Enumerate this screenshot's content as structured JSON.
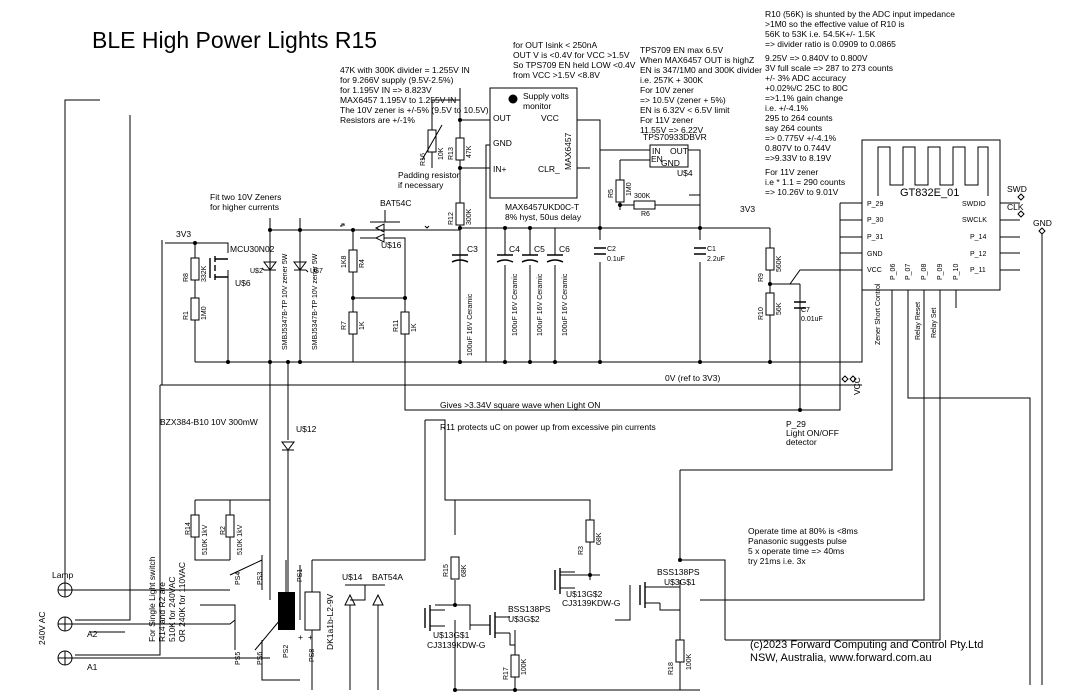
{
  "title": "BLE High Power Lights R15",
  "notes": {
    "divider": [
      "47K with 300K divider = 1.255V IN",
      "for 9.266V supply (9.5V-2.5%)",
      "for 1.195V IN => 8.823V",
      "MAX6457 1.195V to 1.255V IN",
      "The 10V zener is +/-5% (9.5V to 10.5V)",
      "Resistors are +/-1%"
    ],
    "out": [
      "for OUT Isink < 250nA",
      "OUT V is <0.4V for VCC >1.5V",
      "So TPS709 EN held LOW <0.4V",
      "from VCC >1.5V <8.8V"
    ],
    "tps": [
      "TPS709 EN max 6.5V",
      "When MAX6457 OUT is highZ",
      "EN is 347/1M0 and 300K divider",
      "i.e. 257K + 300K",
      "For 10V zener",
      "=> 10.5V (zener + 5%)",
      "EN is 6.32V < 6.5V limit",
      "For 11V zener",
      "11.55V => 6.22V"
    ],
    "adc": [
      "R10 (56K) is shunted by the ADC input impedance",
      ">1M0 so the effective value of R10 is",
      "56K to 53K i.e. 54.5K+/- 1.5K",
      "=> divider ratio is 0.0909 to 0.0865",
      "",
      "9.25V => 0.840V to 0.800V",
      "3V full scale => 287 to 273 counts",
      "+/- 3% ADC accuracy",
      "+0.02%/C 25C to 80C",
      "=>1.1% gain change",
      "i.e. +/-4.1%",
      "295 to 264 counts",
      "say 264 counts",
      "=> 0.775V +/-4.1%",
      "0.807V to 0.744V",
      "=>9.33V to 8.19V",
      "",
      "For 11V zener",
      "i.e * 1.1 = 290 counts",
      " => 10.26V to 9.01V"
    ],
    "zeners": [
      "Fit two 10V Zeners",
      "for higher currents"
    ],
    "padding": [
      "Padding resistor",
      "if necessary"
    ],
    "max_desc": [
      "8% hyst, 50us delay"
    ],
    "switch": [
      "For Single Light switch",
      "R14 and R2 are",
      "510K for 240VAC",
      "OR 240K for 110VAC"
    ],
    "operate": [
      "Operate time at 80% is <8ms",
      "Panasonic suggests pulse",
      "5 x operate time => 40ms",
      "try 21ms i.e. 3x"
    ],
    "square": "Gives >3.34V square wave when Light ON",
    "r11": "R11 protects uC on power up from excessive pin currents",
    "zero": "0V (ref to 3V3)",
    "p29": [
      "P_29",
      "Light ON/OFF",
      "detector"
    ],
    "copyright": [
      "(c)2023 Forward Computing and Control Pty.Ltd",
      "NSW, Australia, www.forward.com.au"
    ]
  },
  "components": {
    "max6457": {
      "name": "MAX6457",
      "part": "MAX6457UKD0C-T",
      "monitor": [
        "Supply volts",
        "monitor"
      ],
      "pins": [
        "OUT",
        "VCC",
        "GND",
        "IN+",
        "CLR_"
      ]
    },
    "tps": {
      "part": "TPS70933DBVR",
      "ref": "U$4",
      "pins": [
        "IN",
        "OUT",
        "EN",
        "GND"
      ]
    },
    "gt832": {
      "name": "GT832E_01",
      "left_pins": [
        "P_29",
        "P_30",
        "P_31",
        "GND",
        "VCC"
      ],
      "right_pins": [
        "SWDIO",
        "SWCLK",
        "P_14",
        "P_12",
        "P_11"
      ],
      "bottom_pins": [
        "P_06",
        "P_07",
        "P_08",
        "P_09",
        "P_10"
      ]
    },
    "resistors": [
      {
        "ref": "R16",
        "val": "10K"
      },
      {
        "ref": "R13",
        "val": "47K"
      },
      {
        "ref": "R12",
        "val": "300K"
      },
      {
        "ref": "R5",
        "val": "1M0"
      },
      {
        "ref": "R6",
        "val": "300K"
      },
      {
        "ref": "R8",
        "val": "332K"
      },
      {
        "ref": "R1",
        "val": "1M0"
      },
      {
        "ref": "R4",
        "val": "1K8"
      },
      {
        "ref": "R7",
        "val": "1K"
      },
      {
        "ref": "R11",
        "val": "1K"
      },
      {
        "ref": "R9",
        "val": "560K"
      },
      {
        "ref": "R10",
        "val": "56K"
      },
      {
        "ref": "R14",
        "val": "510K 1kV"
      },
      {
        "ref": "R2",
        "val": "510K 1kV"
      },
      {
        "ref": "R15",
        "val": "68K"
      },
      {
        "ref": "R3",
        "val": "68K"
      },
      {
        "ref": "R17",
        "val": "100K"
      },
      {
        "ref": "R18",
        "val": "100K"
      }
    ],
    "caps": [
      {
        "ref": "C3",
        "val": "100uF 16V Ceramic"
      },
      {
        "ref": "C4",
        "val": "100uF 16V Ceramic"
      },
      {
        "ref": "C5",
        "val": "100uF 16V Ceramic"
      },
      {
        "ref": "C6",
        "val": "100uF 16V Ceramic"
      },
      {
        "ref": "C2",
        "val": "0.1uF"
      },
      {
        "ref": "C1",
        "val": "2.2uF"
      },
      {
        "ref": "C7",
        "val": "0.01uF"
      }
    ],
    "zener1": {
      "ref": "U$2",
      "part": "SMBJ5347B-TP 10V zener 5W"
    },
    "zener2": {
      "ref": "U$7",
      "part": "SMBJ5347B-TP 10V zener 5W"
    },
    "bat54c": {
      "name": "BAT54C",
      "ref": "U$16"
    },
    "mcu": {
      "name": "MCU30N02",
      "ref": "U$6"
    },
    "bzx": {
      "part": "BZX384-B10 10V 300mW",
      "ref": "U$12"
    },
    "relay": {
      "name": "DK1a1b-L2-9V"
    },
    "bat54a": {
      "ref": "U$14",
      "name": "BAT54A"
    },
    "fet1": {
      "ref": "U$13G$1",
      "part": "CJ3139KDW-G"
    },
    "fet2": {
      "name": "BSS138PS",
      "ref": "U$3G$2"
    },
    "fet3": {
      "ref": "U$13G$2",
      "part": "CJ3139KDW-G"
    },
    "fet4": {
      "name": "BSS138PS",
      "ref": "U$3G$1"
    },
    "ps": [
      "PS1",
      "PS2",
      "PS3",
      "PS4",
      "PS5",
      "PS6",
      "PS8"
    ]
  },
  "nets": {
    "v33a": "3V3",
    "v33b": "3V3",
    "vcc": "VCC",
    "gnd": "GND",
    "swd": "SWD",
    "clk": "CLK",
    "lamp": "Lamp",
    "a2": "A2",
    "a1": "A1",
    "ac": "240V AC",
    "zener_short": "Zener Short Control",
    "relay_reset": "Relay Reset",
    "relay_set": "Relay Set"
  },
  "colors": {
    "ink": "#000000",
    "paper": "#ffffff"
  }
}
